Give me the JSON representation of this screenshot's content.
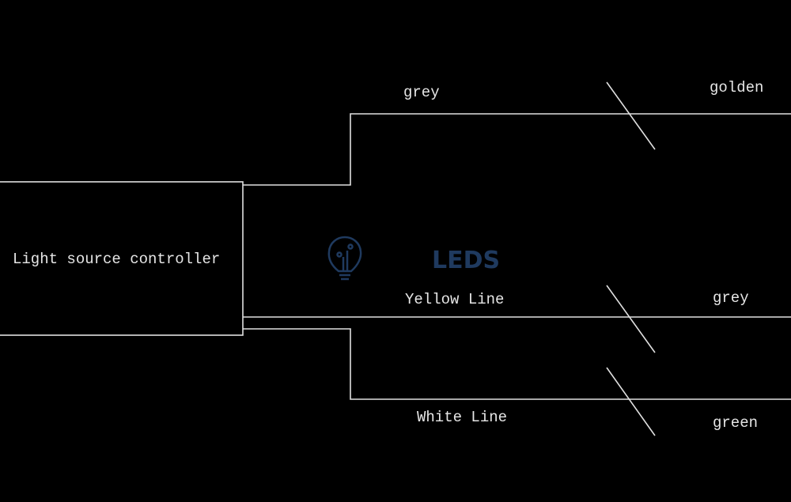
{
  "diagram": {
    "controller_label": "Light source controller",
    "top_wire": {
      "left_label": "grey",
      "right_label": "golden"
    },
    "middle_wire": {
      "left_label": "Yellow Line",
      "right_label": "grey"
    },
    "bottom_wire": {
      "left_label": "White Line",
      "right_label": "green"
    },
    "watermark": "LEDS"
  },
  "colors": {
    "background": "#000000",
    "lines": "#e0e0e0",
    "watermark": "#1f3a5f"
  }
}
